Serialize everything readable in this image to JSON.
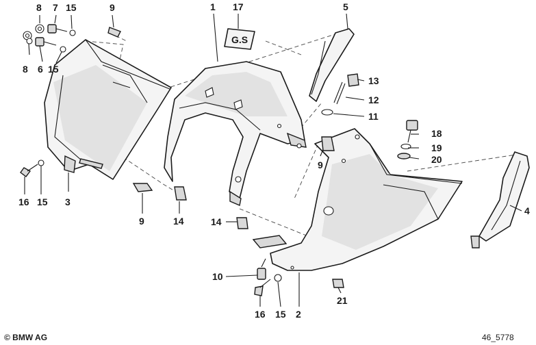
{
  "diagram": {
    "callouts": [
      {
        "id": "c1",
        "label": "1"
      },
      {
        "id": "c2",
        "label": "2"
      },
      {
        "id": "c3",
        "label": "3"
      },
      {
        "id": "c4",
        "label": "4"
      },
      {
        "id": "c5",
        "label": "5"
      },
      {
        "id": "c6",
        "label": "6"
      },
      {
        "id": "c7",
        "label": "7"
      },
      {
        "id": "c8a",
        "label": "8"
      },
      {
        "id": "c8b",
        "label": "8"
      },
      {
        "id": "c9a",
        "label": "9"
      },
      {
        "id": "c9b",
        "label": "9"
      },
      {
        "id": "c9c",
        "label": "9"
      },
      {
        "id": "c10",
        "label": "10"
      },
      {
        "id": "c11",
        "label": "11"
      },
      {
        "id": "c12",
        "label": "12"
      },
      {
        "id": "c13",
        "label": "13"
      },
      {
        "id": "c14a",
        "label": "14"
      },
      {
        "id": "c14b",
        "label": "14"
      },
      {
        "id": "c15a",
        "label": "15"
      },
      {
        "id": "c15b",
        "label": "15"
      },
      {
        "id": "c15c",
        "label": "15"
      },
      {
        "id": "c15d",
        "label": "15"
      },
      {
        "id": "c16a",
        "label": "16"
      },
      {
        "id": "c16b",
        "label": "16"
      },
      {
        "id": "c17",
        "label": "17"
      },
      {
        "id": "c18",
        "label": "18"
      },
      {
        "id": "c19",
        "label": "19"
      },
      {
        "id": "c20",
        "label": "20"
      },
      {
        "id": "c21",
        "label": "21"
      }
    ],
    "emblem_text": "G.S"
  },
  "footer": {
    "copyright": "© BMW AG",
    "drawing_id": "46_5778"
  }
}
